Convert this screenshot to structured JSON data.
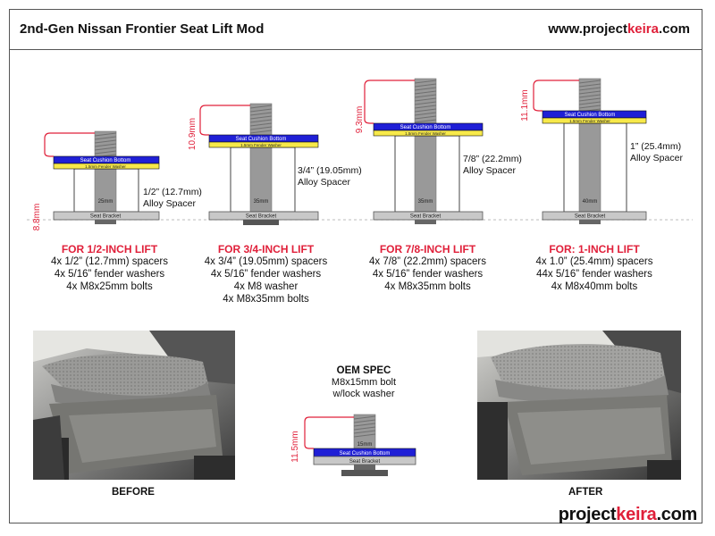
{
  "header": {
    "title": "2nd-Gen Nissan Frontier Seat Lift Mod",
    "url_prefix": "www.project",
    "url_accent": "keira",
    "url_suffix": ".com"
  },
  "colors": {
    "accent_red": "#e0203a",
    "cushion_blue": "#1f1fd6",
    "washer_yellow": "#f7e94a",
    "bracket_gray": "#c8c8c8",
    "bolt_gray": "#999999"
  },
  "lifts": [
    {
      "lift_dim": "8.8mm",
      "cushion_label": "Seat Cushion Bottom",
      "washer_label": "1.5mm Fender Washer",
      "bolt_label": "25mm",
      "spacer_label_1": "1/2” (12.7mm)",
      "spacer_label_2": "Alloy Spacer",
      "bracket_label": "Seat Bracket",
      "caption_title": "FOR 1/2-INCH LIFT",
      "caption_lines": [
        "4x 1/2” (12.7mm) spacers",
        "4x 5/16” fender washers",
        "4x M8x25mm bolts"
      ]
    },
    {
      "lift_dim": "10.9mm",
      "cushion_label": "Seat Cushion Bottom",
      "washer_label": "1.5mm Fender Washer",
      "bolt_label": "35mm",
      "spacer_label_1": "3/4” (19.05mm)",
      "spacer_label_2": "Alloy Spacer",
      "bracket_label": "Seat Bracket",
      "caption_title": "FOR 3/4-INCH LIFT",
      "caption_lines": [
        "4x 3/4” (19.05mm) spacers",
        "4x 5/16” fender washers",
        "4x M8 washer",
        "4x M8x35mm bolts"
      ]
    },
    {
      "lift_dim": "9.3mm",
      "cushion_label": "Seat Cushion Bottom",
      "washer_label": "1.5mm Fender Washer",
      "bolt_label": "35mm",
      "spacer_label_1": "7/8” (22.2mm)",
      "spacer_label_2": "Alloy Spacer",
      "bracket_label": "Seat Bracket",
      "caption_title": "FOR 7/8-INCH LIFT",
      "caption_lines": [
        "4x 7/8” (22.2mm) spacers",
        "4x 5/16” fender washers",
        "4x M8x35mm bolts"
      ]
    },
    {
      "lift_dim": "11.1mm",
      "cushion_label": "Seat Cushion Bottom",
      "washer_label": "1.5mm Fender Washer",
      "bolt_label": "40mm",
      "spacer_label_1": "1” (25.4mm)",
      "spacer_label_2": "Alloy Spacer",
      "bracket_label": "Seat Bracket",
      "caption_title": "FOR: 1-INCH LIFT",
      "caption_lines": [
        "4x 1.0” (25.4mm) spacers",
        "44x 5/16” fender washers",
        "4x M8x40mm bolts"
      ]
    }
  ],
  "oem": {
    "title": "OEM SPEC",
    "line1": "M8x15mm bolt",
    "line2": "w/lock washer",
    "lift_dim": "11.5mm",
    "bolt_label": "15mm",
    "cushion_label": "Seat Cushion Bottom",
    "bracket_label": "Seat Bracket"
  },
  "photos": {
    "before_label": "BEFORE",
    "after_label": "AFTER"
  },
  "footer": {
    "brand_prefix": "project",
    "brand_accent": "keira",
    "brand_suffix": ".com"
  }
}
